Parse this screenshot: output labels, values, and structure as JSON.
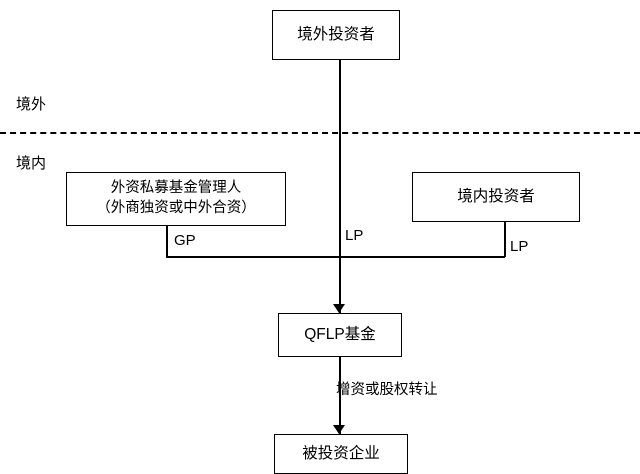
{
  "diagram": {
    "title_region_labels": {
      "offshore": "境外",
      "onshore": "境内"
    },
    "boxes": [
      {
        "id": "offshore-investor",
        "label": "境外投资者"
      },
      {
        "id": "foreign-manager",
        "label": "外资私募基金管理人\n（外商独资或中外合资）"
      },
      {
        "id": "domestic-investor",
        "label": "境内投资者"
      },
      {
        "id": "qflp-fund",
        "label": "QFLP基金"
      },
      {
        "id": "invested-company",
        "label": "被投资企业"
      }
    ],
    "edge_labels": {
      "gp": "GP",
      "lp_middle": "LP",
      "lp_right": "LP",
      "capital_increase": "增资或股权转让"
    },
    "colors": {
      "line": "#000000",
      "box_border": "#000000",
      "background": "#ffffff",
      "text": "#000000"
    }
  }
}
